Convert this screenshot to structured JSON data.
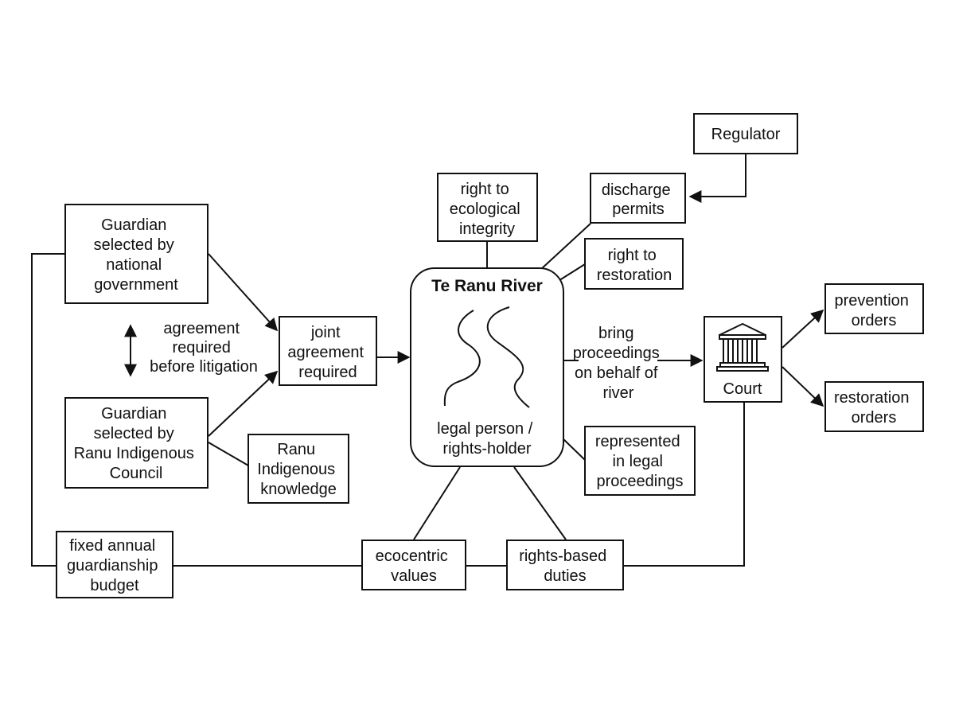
{
  "nodes": {
    "regulator": {
      "lines": [
        "Regulator"
      ]
    },
    "discharge": {
      "lines": [
        "discharge",
        "permits"
      ]
    },
    "right_integrity": {
      "lines": [
        "right to",
        "ecological",
        "integrity"
      ]
    },
    "right_restoration": {
      "lines": [
        "right to",
        "restoration"
      ]
    },
    "guardian_nat": {
      "lines": [
        "Guardian",
        "selected by",
        "national",
        "government"
      ]
    },
    "guardian_ind": {
      "lines": [
        "Guardian",
        "selected by",
        "Ranu Indigenous",
        "Council"
      ]
    },
    "joint": {
      "lines": [
        "joint",
        "agreement",
        "required"
      ]
    },
    "knowledge": {
      "lines": [
        "Ranu",
        "Indigenous",
        "knowledge"
      ]
    },
    "river": {
      "title": "Te Ranu River",
      "lines": [
        "legal person /",
        "rights-holder"
      ]
    },
    "represented": {
      "lines": [
        "represented",
        "in legal",
        "proceedings"
      ]
    },
    "court": {
      "lines": [
        "Court"
      ]
    },
    "prevention": {
      "lines": [
        "prevention",
        "orders"
      ]
    },
    "restoration_orders": {
      "lines": [
        "restoration",
        "orders"
      ]
    },
    "budget": {
      "lines": [
        "fixed annual",
        "guardianship",
        "budget"
      ]
    },
    "ecocentric": {
      "lines": [
        "ecocentric",
        "values"
      ]
    },
    "duties": {
      "lines": [
        "rights-based",
        "duties"
      ]
    }
  },
  "edge_labels": {
    "agreement": {
      "lines": [
        "agreement",
        "required",
        "before litigation"
      ]
    },
    "proceedings": {
      "lines": [
        "bring",
        "proceedings",
        "on behalf of",
        "river"
      ]
    }
  },
  "icons": {
    "river": "river-icon",
    "court": "courthouse-icon"
  }
}
